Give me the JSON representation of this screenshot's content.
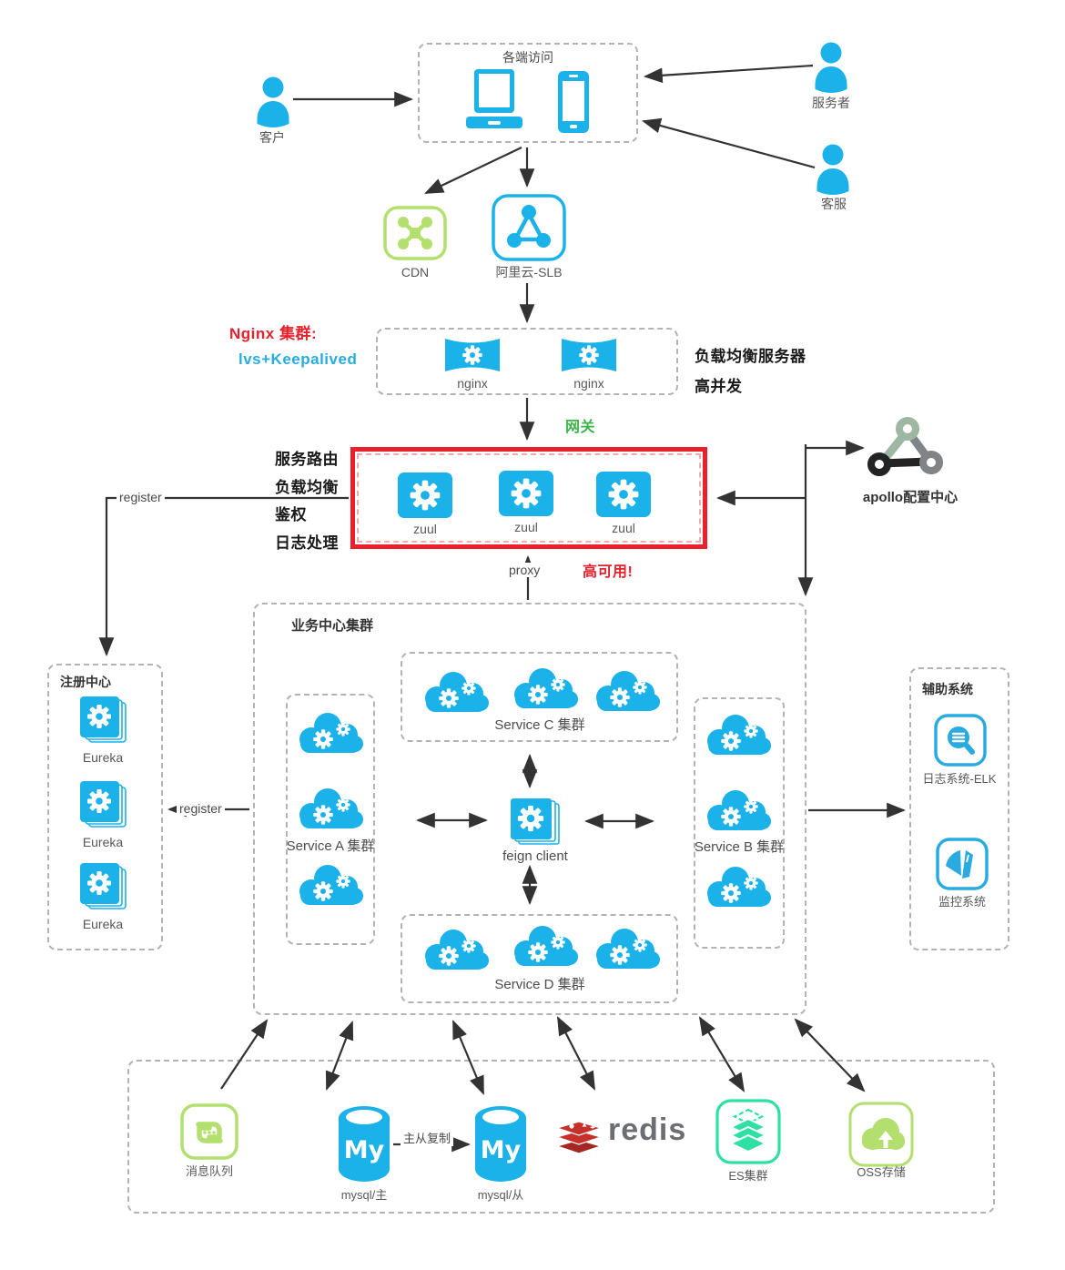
{
  "top": {
    "customer": "客户",
    "access_box": "各端访问",
    "provider": "服务者",
    "support": "客服",
    "cdn": "CDN",
    "slb": "阿里云-SLB"
  },
  "nginx": {
    "title": "Nginx 集群:",
    "subtitle": "lvs+Keepalived",
    "nodes": [
      "nginx",
      "nginx"
    ],
    "note1": "负载均衡服务器",
    "note2": "高并发",
    "gateway": "网关"
  },
  "gateway_layer": {
    "features": [
      "服务路由",
      "负载均衡",
      "鉴权",
      "日志处理"
    ],
    "nodes": [
      "zuul",
      "zuul",
      "zuul"
    ],
    "proxy": "proxy",
    "ha": "高可用!",
    "register": "register"
  },
  "apollo": {
    "label": "apollo配置中心"
  },
  "registry": {
    "title": "注册中心",
    "nodes": [
      "Eureka",
      "Eureka",
      "Eureka"
    ],
    "register": "register"
  },
  "cluster": {
    "title": "业务中心集群",
    "service_a": "Service A 集群",
    "service_b": "Service B 集群",
    "service_c": "Service C 集群",
    "service_d": "Service D 集群",
    "feign": "feign client"
  },
  "aux": {
    "title": "辅助系统",
    "elk": "日志系统-ELK",
    "monitor": "监控系统"
  },
  "infra": {
    "mq": "消息队列",
    "mysql_master": "mysql/主",
    "mysql_slave": "mysql/从",
    "replication": "主从复制",
    "mysql_logo": "My",
    "redis": "redis",
    "es": "ES集群",
    "oss": "OSS存储"
  },
  "colors": {
    "blue": "#1ab2e8",
    "red": "#e8212c",
    "cyan": "#29abe2",
    "green": "#3bb54a",
    "light_green": "#b2df6d",
    "teal": "#2ee0a4",
    "redis_red": "#c6302b"
  }
}
